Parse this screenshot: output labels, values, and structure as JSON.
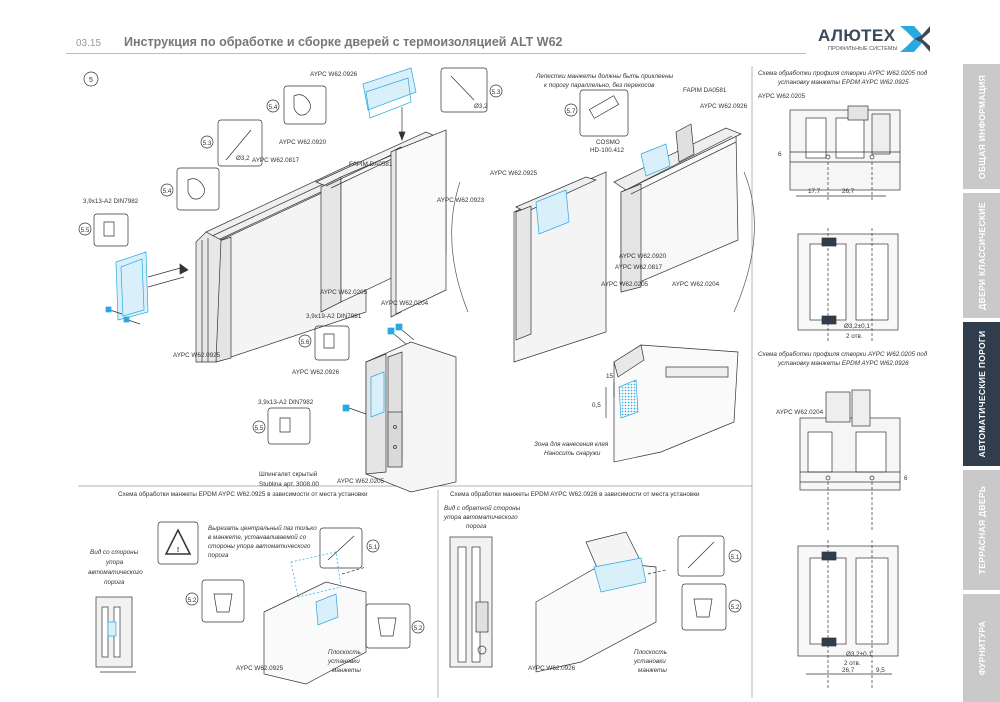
{
  "header": {
    "page_number": "03.15",
    "title": "Инструкция по обработке и сборке дверей с термоизоляцией ALT W62",
    "logo_name": "АЛЮТЕХ",
    "logo_sub": "ПРОФИЛЬНЫЕ СИСТЕМЫ"
  },
  "side_tabs": [
    {
      "label": "ОБЩАЯ ИНФОРМАЦИЯ",
      "active": false
    },
    {
      "label": "ДВЕРИ КЛАССИЧЕСКИЕ",
      "active": false
    },
    {
      "label": "АВТОМАТИЧЕСКИЕ ПОРОГИ",
      "active": true
    },
    {
      "label": "ТЕРРАСНАЯ ДВЕРЬ",
      "active": false
    },
    {
      "label": "ФУРНИТУРА",
      "active": false
    }
  ],
  "main": {
    "step": "5",
    "labels": {
      "p0926": "AYPC W62.0926",
      "p0920": "AYPC W62.0920",
      "p0817": "AYPC W62.0817",
      "p0925": "AYPC W62.0925",
      "p0205": "AYPC W62.0205",
      "p0204": "AYPC W62.0204",
      "p0923": "AYPC W62.0923",
      "fapim": "FAPIM DA0581",
      "screw13": "3,9x13-A2 DIN7982",
      "screw19": "3,9x19-A2 DIN7981",
      "drill": "Ø3,2",
      "espag1": "Шпингалет скрытый",
      "espag2": "Stublina арт. 3008.00",
      "petals1": "Лепестки манжеты должны быть приклеены",
      "petals2": "к порогу параллельно, без перекосов",
      "cosmo1": "COSMO",
      "cosmo2": "HD-100.412",
      "glue1": "Зона для нанесения клея",
      "glue2": "Наносить снаружи",
      "dim15": "15",
      "dim05": "0,5",
      "s51": "5.1",
      "s52": "5.2",
      "s53": "5.3",
      "s54": "5.4",
      "s55": "5.5",
      "s56": "5.6",
      "s57": "5.7"
    },
    "scheme0925": "Схема обработки манжеты EPDM AYPC W62.0925 в зависимости от места установки",
    "scheme0926": "Схема обработки манжеты EPDM AYPC W62.0926 в зависимости от места установки",
    "view_stop1": "Вид со стороны",
    "view_stop2": "упора",
    "view_stop3": "автоматического",
    "view_stop4": "порога",
    "view_rev1": "Вид с обратной стороны",
    "view_rev2": "упора автоматического",
    "view_rev3": "порога",
    "warn1": "Вырезать центральный паз только",
    "warn2": "в манжете, устанавливаемой со",
    "warn3": "стороны упора автоматического",
    "warn4": "порога",
    "plane1": "Плоскость",
    "plane2": "установки",
    "plane3": "манжеты"
  },
  "right": {
    "title1a": "Схема обработки профиля створки AYPC W62.0205 под",
    "title1b": "установку манжеты EPDM AYPC W62.0925",
    "title2a": "Схема обработки профиля створки AYPC W62.0205 под",
    "title2b": "установку манжеты EPDM AYPC W62.0926",
    "p0205": "AYPC W62.0205",
    "p0204": "AYPC W62.0204",
    "dim6": "6",
    "dim177": "17,7",
    "dim267": "26,7",
    "dim95": "9,5",
    "hole": "Ø3,2±0,1",
    "holes": "2 отв."
  }
}
